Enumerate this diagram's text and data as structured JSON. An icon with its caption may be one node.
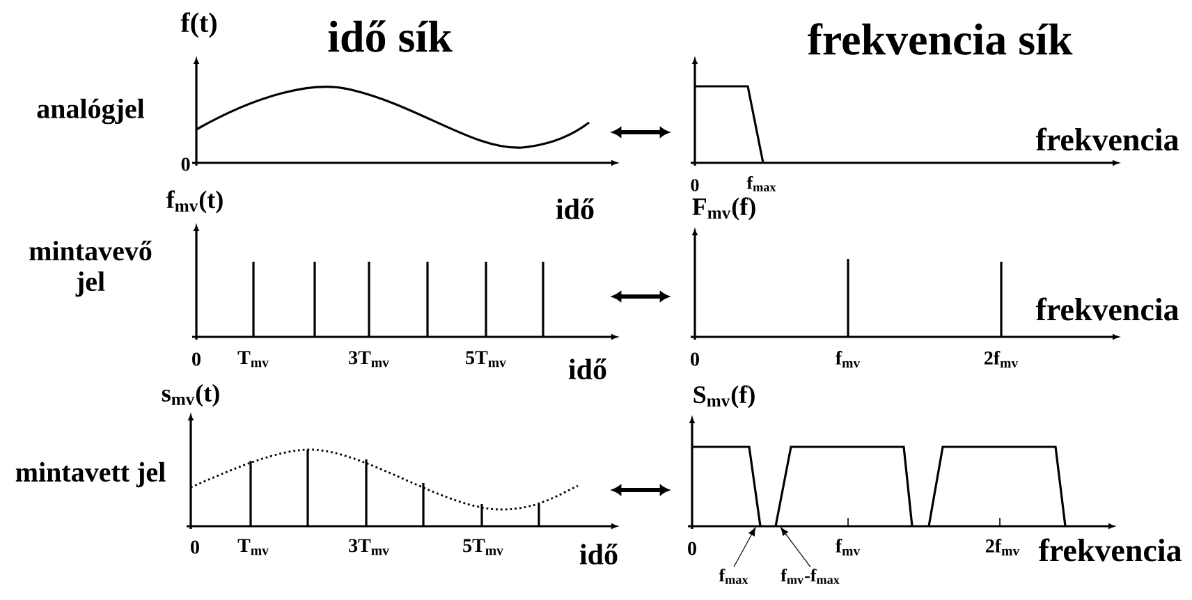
{
  "diagram": {
    "nodes": [
      {
        "text": [],
        "shape": "picture"
      },
      {
        "text": [],
        "shape": "picture"
      },
      {
        "text": [],
        "shape": "picture"
      },
      {
        "text": [],
        "shape": "picture"
      },
      {
        "text": [],
        "shape": "picture"
      },
      {
        "text": [],
        "shape": "picture"
      },
      {
        "text": [
          "f$_{max}$"
        ]
      },
      {
        "text": [
          "f$_{mv}$-f$_{max}$"
        ]
      }
    ],
    "edges": [
      {
        "from": 0,
        "to": 1,
        "arrow": "both"
      },
      {
        "from": 2,
        "to": 3,
        "arrow": "both"
      },
      {
        "from": 4,
        "to": 5,
        "arrow": "both"
      },
      {
        "from": 6,
        "to": 5,
        "arrow": "to"
      },
      {
        "from": 7,
        "to": 5,
        "arrow": "to"
      }
    ],
    "labels": [
      "f(t)",
      "idő sík",
      "frekvencia sík",
      "analógjel",
      "frekvencia",
      "0",
      "0",
      "f$_{max}$",
      "f$_{mv}$(t)",
      "idő",
      "F$_{mv}$(f)",
      "mintavevő jel",
      "frekvencia",
      "0",
      "T$_{mv}$",
      "3T$_{mv}$",
      "5T$_{mv}$",
      "idő",
      "0",
      "f$_{mv}$",
      "2f$_{mv}$",
      "s$_{mv}$(t)",
      "S$_{mv}$(f)",
      "mintavett jel",
      "0",
      "T$_{mv}$",
      "3T$_{mv}$",
      "5T$_{mv}$",
      "idő",
      "0",
      "f$_{mv}$",
      "2f$_{mv}$",
      "frekvencia"
    ]
  }
}
